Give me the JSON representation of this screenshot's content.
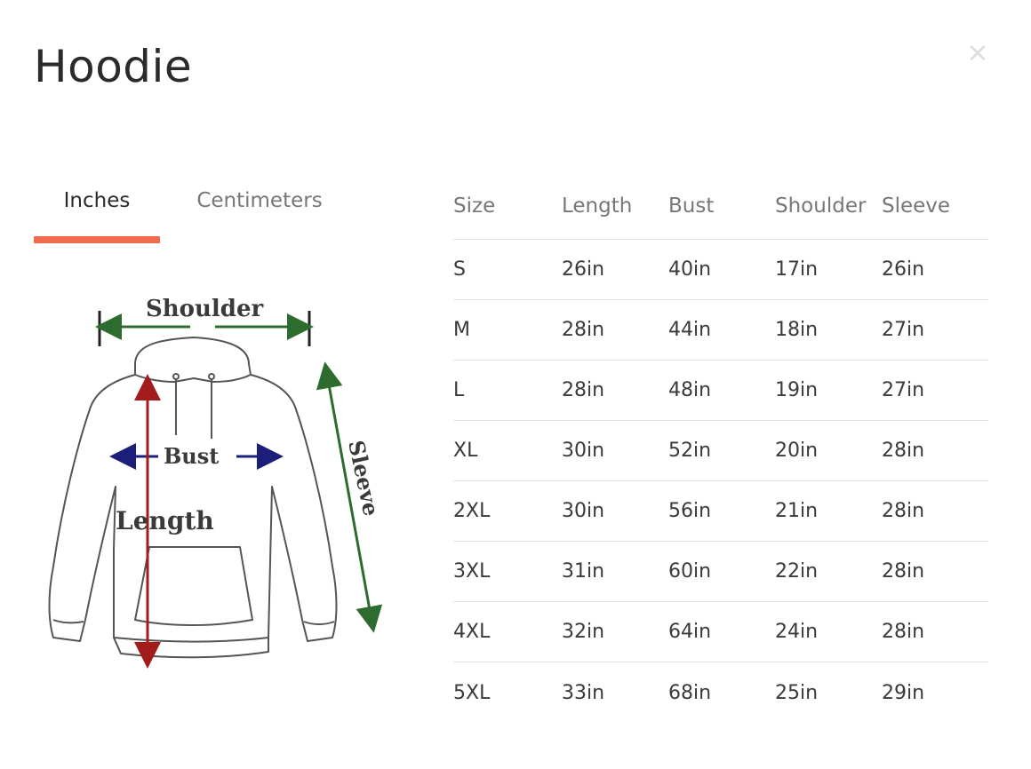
{
  "modal": {
    "title": "Hoodie",
    "close_label": "×"
  },
  "tabs": [
    {
      "label": "Inches",
      "active": true
    },
    {
      "label": "Centimeters",
      "active": false
    }
  ],
  "colors": {
    "accent": "#f26b4f",
    "shoulder_arrow": "#2e6b2e",
    "sleeve_arrow": "#2e6b2e",
    "bust_arrow": "#1c1f7a",
    "length_arrow": "#a31c1c"
  },
  "diagram": {
    "labels": {
      "shoulder": "Shoulder",
      "bust": "Bust",
      "length": "Length",
      "sleeve": "Sleeve"
    }
  },
  "table": {
    "headers": [
      "Size",
      "Length",
      "Bust",
      "Shoulder",
      "Sleeve"
    ],
    "rows": [
      [
        "S",
        "26in",
        "40in",
        "17in",
        "26in"
      ],
      [
        "M",
        "28in",
        "44in",
        "18in",
        "27in"
      ],
      [
        "L",
        "28in",
        "48in",
        "19in",
        "27in"
      ],
      [
        "XL",
        "30in",
        "52in",
        "20in",
        "28in"
      ],
      [
        "2XL",
        "30in",
        "56in",
        "21in",
        "28in"
      ],
      [
        "3XL",
        "31in",
        "60in",
        "22in",
        "28in"
      ],
      [
        "4XL",
        "32in",
        "64in",
        "24in",
        "28in"
      ],
      [
        "5XL",
        "33in",
        "68in",
        "25in",
        "29in"
      ]
    ]
  }
}
